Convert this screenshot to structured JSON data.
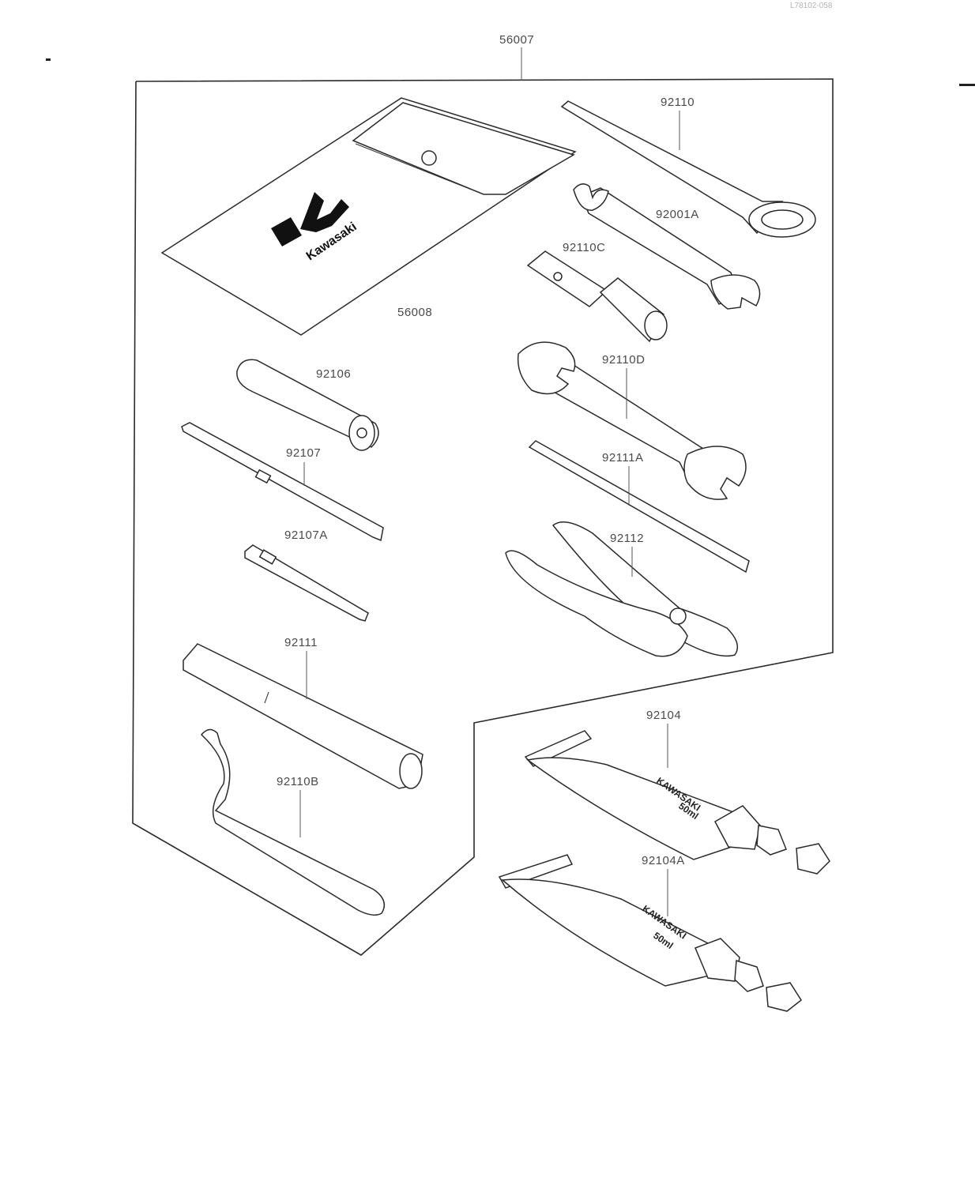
{
  "page": {
    "header_code": "L78102-058"
  },
  "parts": {
    "kit": "56007",
    "case": "56008",
    "wrench_92110": "92110",
    "wrench_92001a": "92001A",
    "socket_92110c": "92110C",
    "wrench_92110d": "92110D",
    "handle_92106": "92106",
    "bit_92107": "92107",
    "bar_92111a": "92111A",
    "bit_92107a": "92107A",
    "pliers_92112": "92112",
    "handle_92111": "92111",
    "spanner_92110b": "92110B",
    "grease_92104": "92104",
    "grease_92104a": "92104A"
  },
  "logo": {
    "brand": "Kawasaki"
  },
  "tube": {
    "brand": "KAWASAKI",
    "size": "50ml"
  }
}
